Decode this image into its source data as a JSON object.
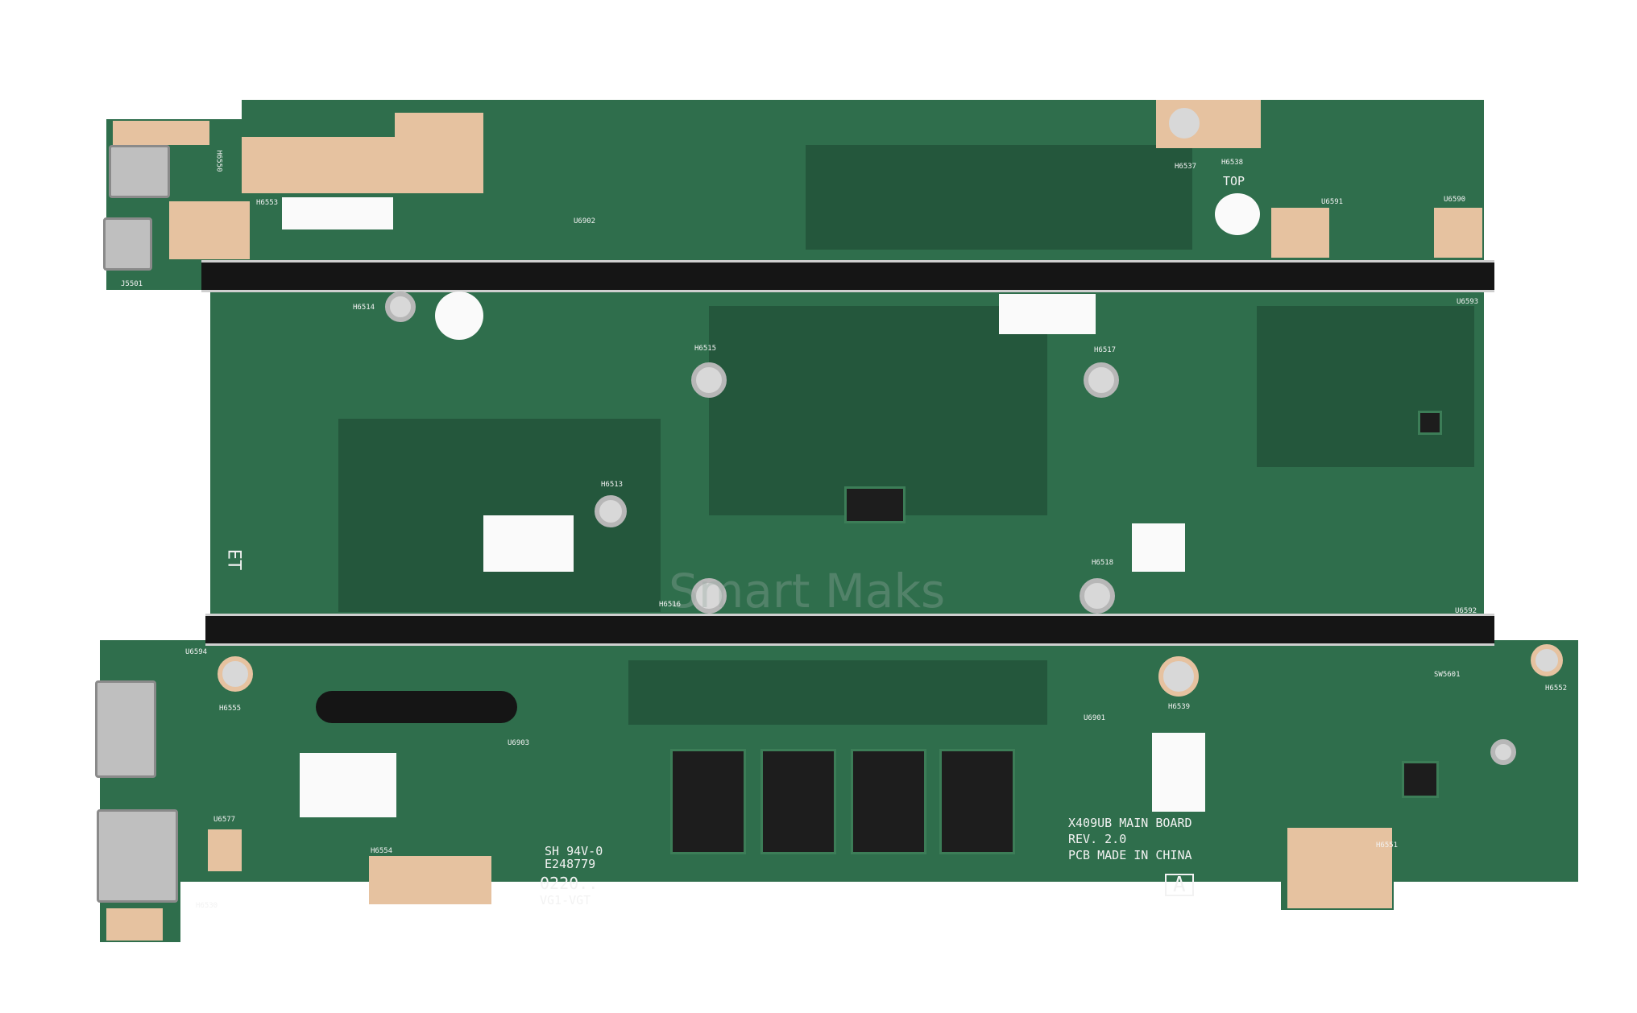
{
  "board": {
    "model_text": "X409UB MAIN BOARD",
    "revision_text": "REV. 2.0",
    "origin_text": "PCB MADE IN CHINA",
    "side_marker": "A",
    "top_marker": "TOP",
    "corner_mark": "ET",
    "ul_code": "SH 94V-0",
    "ul_file": "E248779",
    "date_code": "0220..",
    "vendor_code": "VG1-VGT",
    "watermark": "Smart Maks",
    "colors": {
      "pcb": "#2f6e4c",
      "pad": "#e6c2a0",
      "strip": "#151515"
    }
  },
  "refdes": [
    "H6550",
    "H6553",
    "J5501",
    "U6902",
    "H6537",
    "H6538",
    "U6591",
    "U6590",
    "H6514",
    "H6515",
    "H6517",
    "U6593",
    "H6513",
    "H6518",
    "H6516",
    "U6592",
    "U6594",
    "H6555",
    "U6903",
    "U6577",
    "H6554",
    "H6530",
    "U6901",
    "H6539",
    "SW5601",
    "H6552",
    "H6551"
  ]
}
